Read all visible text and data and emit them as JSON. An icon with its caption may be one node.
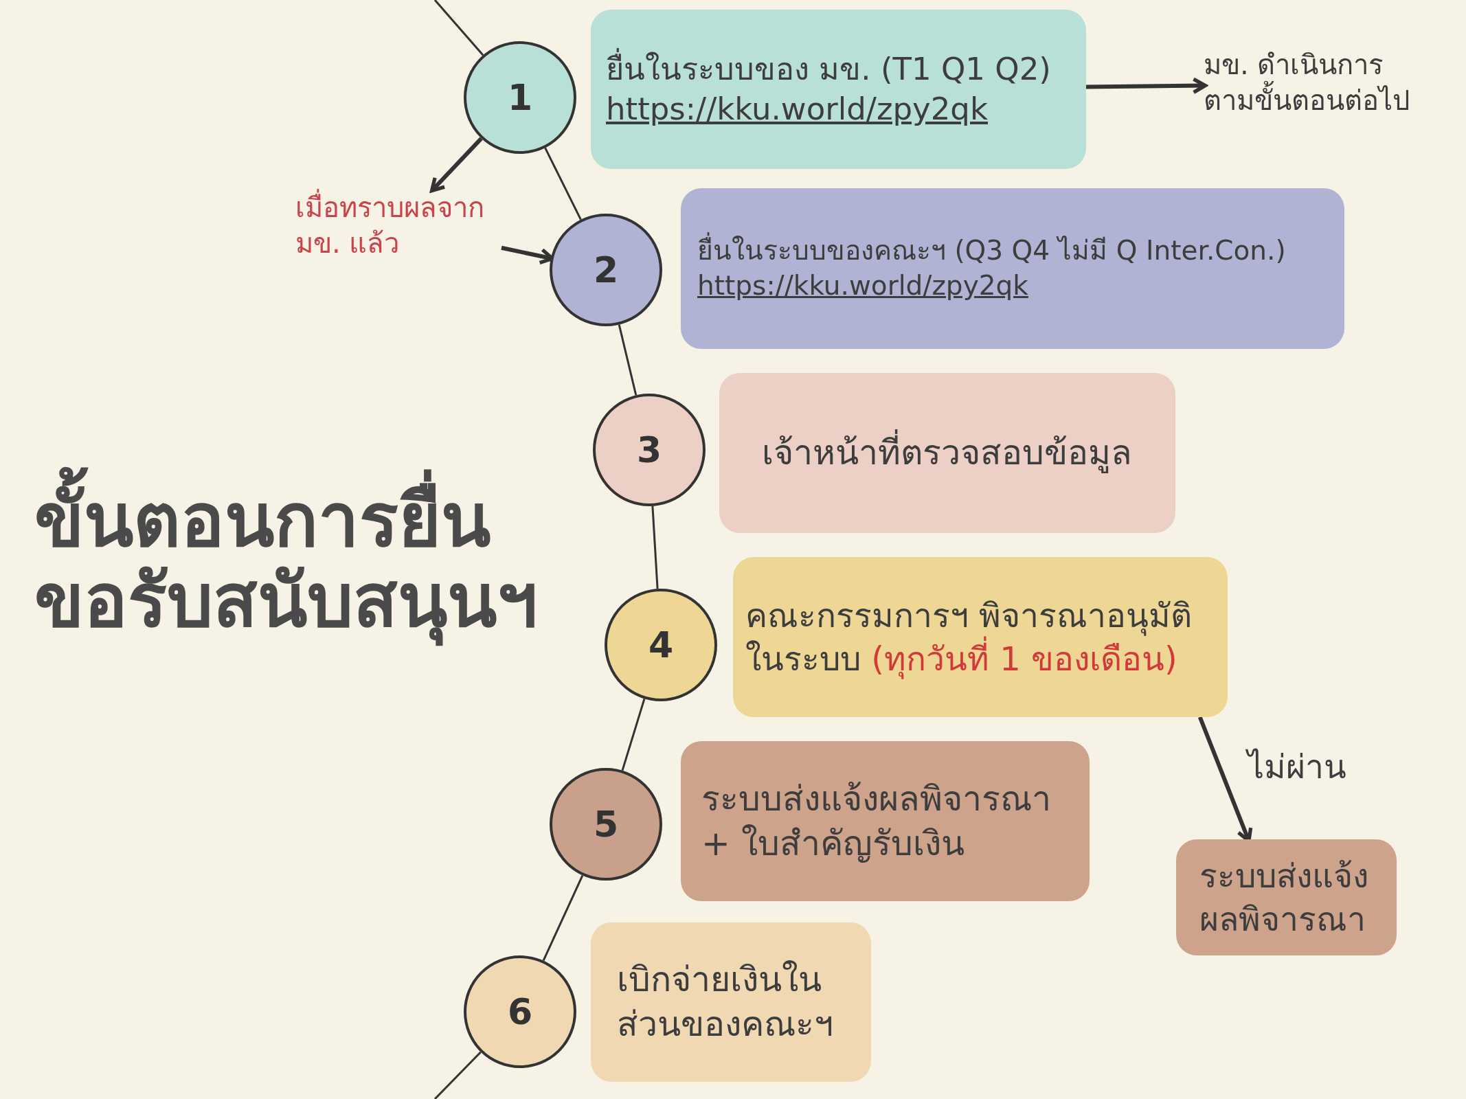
{
  "diagram": {
    "title": "ขั้นตอนการยื่นขอรับสนับสนุนฯ",
    "nodes": [
      {
        "text": [
          "1"
        ]
      },
      {
        "text": [
          "ยื่นในระบบของ มข. (T1 Q1 Q2)",
          "https://kku.world/zpy2qk"
        ]
      },
      {
        "text": [
          "มข. ดำเนินการตามขั้นตอนต่อไป"
        ]
      },
      {
        "text": [
          "เมื่อทราบผลจาก มข. แล้ว"
        ]
      },
      {
        "text": [
          "2"
        ]
      },
      {
        "text": [
          "ยื่นในระบบของคณะฯ (Q3 Q4 ไม่มี Q Inter.Con.)",
          "https://kku.world/zpy2qk"
        ]
      },
      {
        "text": [
          "3"
        ]
      },
      {
        "text": [
          "เจ้าหน้าที่ตรวจสอบข้อมูล"
        ]
      },
      {
        "text": [
          "4"
        ]
      },
      {
        "text": [
          "คณะกรรมการฯ พิจารณาอนุมัติ ในระบบ",
          "(ทุกวันที่ 1 ของเดือน)"
        ]
      },
      {
        "text": [
          "5"
        ]
      },
      {
        "text": [
          "ระบบส่งแจ้งผลพิจารณา + ใบสำคัญรับเงิน"
        ]
      },
      {
        "text": [
          "ระบบส่งแจ้งผลพิจารณา"
        ]
      },
      {
        "text": [
          "6"
        ]
      },
      {
        "text": [
          "เบิกจ่ายเงินในส่วนของคณะฯ"
        ]
      }
    ],
    "edges": [
      {
        "from": null,
        "to": 0,
        "arrow": "none"
      },
      {
        "from": 0,
        "to": 4,
        "arrow": "none"
      },
      {
        "from": 4,
        "to": 6,
        "arrow": "none"
      },
      {
        "from": 6,
        "to": 8,
        "arrow": "none"
      },
      {
        "from": 8,
        "to": 10,
        "arrow": "none"
      },
      {
        "from": 10,
        "to": 13,
        "arrow": "none"
      },
      {
        "from": 13,
        "to": null,
        "arrow": "none"
      },
      {
        "from": 1,
        "to": 2,
        "arrow": "to"
      },
      {
        "from": 0,
        "to": 3,
        "arrow": "to"
      },
      {
        "from": 3,
        "to": 4,
        "arrow": "to"
      },
      {
        "from": 9,
        "to": 12,
        "arrow": "to",
        "label": "ไม่ผ่าน"
      }
    ]
  }
}
